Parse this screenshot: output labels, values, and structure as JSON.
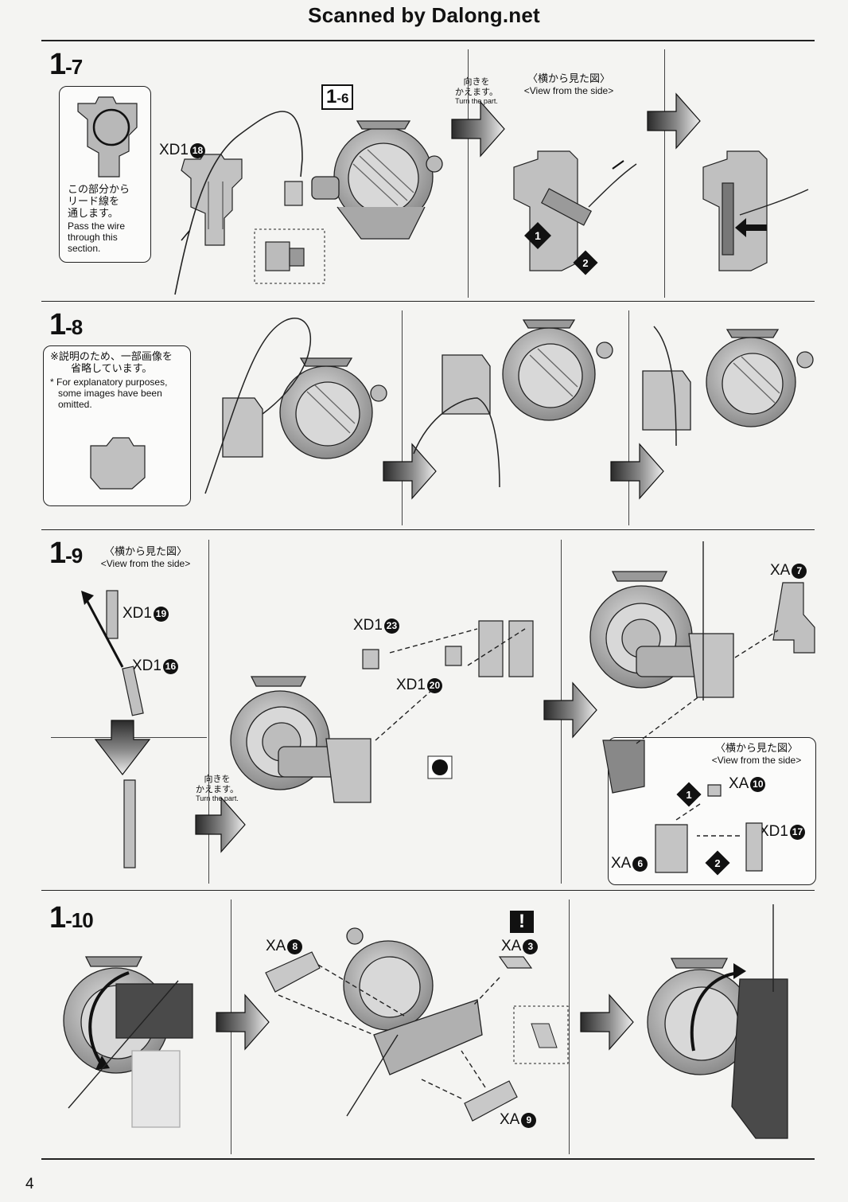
{
  "header": {
    "title": "Scanned by Dalong.net"
  },
  "steps": {
    "s17": {
      "num": "1",
      "sub": "-7",
      "ref": {
        "num": "1",
        "sub": "-6"
      },
      "note_jp": [
        "この部分から",
        "リード線を",
        "通します。"
      ],
      "note_en": [
        "Pass the wire",
        "through this",
        "section."
      ],
      "part": "XD1",
      "part_num": "18",
      "turn_jp": [
        "向きを",
        "かえます。"
      ],
      "turn_en": "Turn the part.",
      "side_jp": "〈横から見た図〉",
      "side_en": "<View from the side>",
      "seq1": "1",
      "seq2": "2"
    },
    "s18": {
      "num": "1",
      "sub": "-8",
      "note_jp": [
        "※説明のため、一部画像を",
        "省略しています。"
      ],
      "note_en": [
        "* For explanatory purposes,",
        "some images have been",
        "omitted."
      ]
    },
    "s19": {
      "num": "1",
      "sub": "-9",
      "side_jp": "〈横から見た図〉",
      "side_en": "<View from the side>",
      "p19": "XD1",
      "p19n": "19",
      "p16": "XD1",
      "p16n": "16",
      "p23": "XD1",
      "p23n": "23",
      "p20": "XD1",
      "p20n": "20",
      "turn_jp": [
        "向きを",
        "かえます。"
      ],
      "turn_en": "Turn the part.",
      "pa7": "XA",
      "pa7n": "7",
      "side2_jp": "〈横から見た図〉",
      "side2_en": "<View from the side>",
      "pa10": "XA",
      "pa10n": "10",
      "p17": "XD1",
      "p17n": "17",
      "pa6": "XA",
      "pa6n": "6",
      "seq1": "1",
      "seq2": "2"
    },
    "s110": {
      "num": "1",
      "sub": "-10",
      "pa8": "XA",
      "pa8n": "8",
      "pa3": "XA",
      "pa3n": "3",
      "pa9": "XA",
      "pa9n": "9",
      "warn": "!"
    }
  },
  "page_number": "4",
  "colors": {
    "ink": "#111111",
    "paper": "#f4f4f2",
    "part_gray": "#b8b8b8",
    "dark_part": "#4a4a4a"
  }
}
